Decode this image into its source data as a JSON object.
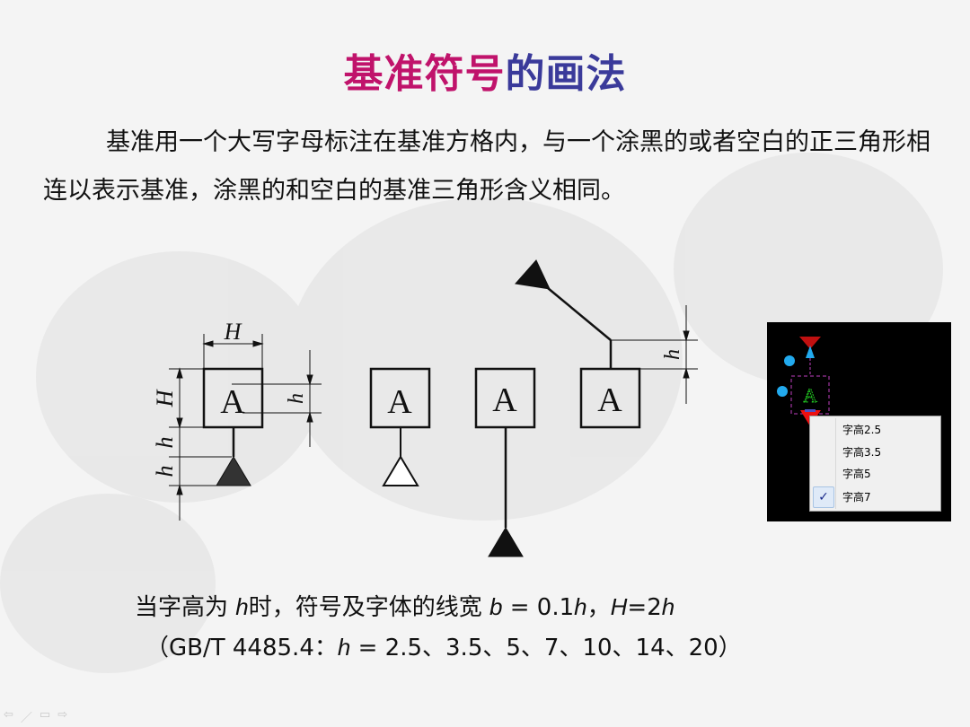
{
  "title": {
    "part1": "基准符号",
    "part2": "的画法",
    "color1": "#c0136b",
    "color2": "#3a3a9a"
  },
  "paragraph": "基准用一个大写字母标注在基准方格内，与一个涂黑的或者空白的正三角形相连以表示基准，涂黑的和空白的基准三角形含义相同。",
  "diagram": {
    "dim_labels": {
      "width": "H",
      "height": "H",
      "letter_height": "h",
      "leader1": "h",
      "leader2": "h",
      "offset": "h"
    },
    "box_letter": "A",
    "symbols": [
      {
        "name": "filled-triangle-dimensioned",
        "letter": "A"
      },
      {
        "name": "open-triangle",
        "letter": "A"
      },
      {
        "name": "long-leader-filled",
        "letter": "A"
      },
      {
        "name": "angled-leader-filled",
        "letter": "A"
      }
    ]
  },
  "cad_panel": {
    "letter": "A",
    "menu_items": [
      {
        "label": "字高2.5",
        "checked": false
      },
      {
        "label": "字高3.5",
        "checked": false
      },
      {
        "label": "字高5",
        "checked": false
      },
      {
        "label": "字高7",
        "checked": true
      }
    ],
    "check_glyph": "✓"
  },
  "note": {
    "line1_a": "当字高为 ",
    "line1_h": "h",
    "line1_b": "时，符号及字体的线宽 ",
    "line1_bvar": "b",
    "line1_c": " = 0.1",
    "line1_h2": "h",
    "line1_d": "，",
    "line1_H": "H",
    "line1_e": "=2",
    "line1_h3": "h",
    "line2_a": "（GB/T 4485.4：",
    "line2_h": "h",
    "line2_b": " = 2.5、3.5、5、7、10、14、20）"
  },
  "nav": {
    "prev": "⇦",
    "pen": "／",
    "menu": "▭",
    "next": "⇨"
  }
}
